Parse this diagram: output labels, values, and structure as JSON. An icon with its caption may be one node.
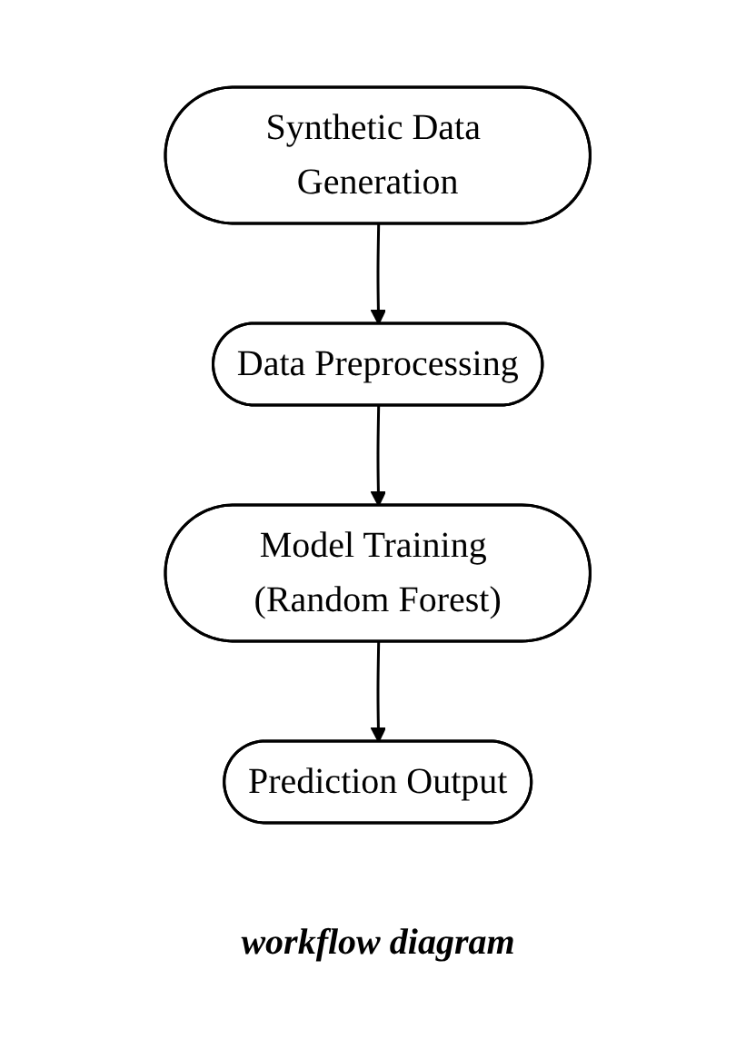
{
  "diagram": {
    "caption": "workflow diagram",
    "nodes": [
      {
        "text": [
          "Synthetic Data Generation"
        ]
      },
      {
        "text": [
          "Data Preprocessing"
        ]
      },
      {
        "text": [
          "Model Training (Random Forest)"
        ]
      },
      {
        "text": [
          "Prediction Output"
        ]
      }
    ],
    "edges": [
      {
        "from": 0,
        "to": 1,
        "arrow": "to"
      },
      {
        "from": 1,
        "to": 2,
        "arrow": "to"
      },
      {
        "from": 2,
        "to": 3,
        "arrow": "to"
      }
    ]
  }
}
